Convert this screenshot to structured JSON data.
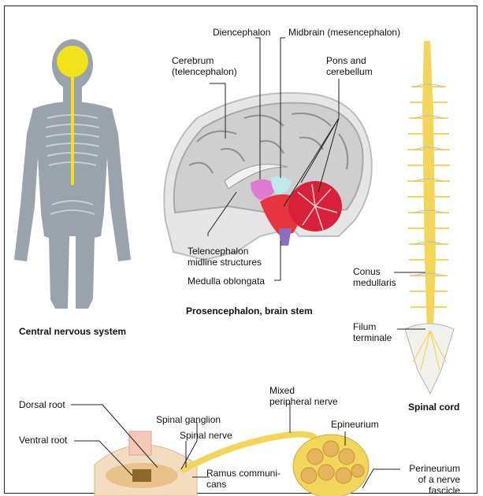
{
  "figure": {
    "captions": {
      "cns": "Central nervous system",
      "brain": "Prosencephalon, brain stem",
      "spinal_cord": "Spinal cord"
    },
    "brain_labels": {
      "diencephalon": "Diencephalon",
      "midbrain": "Midbrain (mesencephalon)",
      "cerebrum": "Cerebrum\n(telencephalon)",
      "pons": "Pons and\ncerebellum",
      "telencephalon_midline": "Telencephalon\nmidline structures",
      "medulla": "Medulla oblongata"
    },
    "spinal_labels": {
      "conus": "Conus\nmedullaris",
      "filum": "Filum\nterminale"
    },
    "nerve_labels": {
      "dorsal_root": "Dorsal root",
      "ventral_root": "Ventral root",
      "spinal_ganglion": "Spinal ganglion",
      "spinal_nerve": "Spinal nerve",
      "ramus": "Ramus communi-\ncans",
      "mixed_nerve": "Mixed\nperipheral nerve",
      "epineurium": "Epineurium",
      "perineurium": "Perineurium\nof a nerve\nfascicle"
    },
    "colors": {
      "cns_highlight": "#f2e21a",
      "body_gray": "#9aa3ab",
      "cerebellum_red": "#d8203a",
      "brainstem_red": "#e8343e",
      "diencephalon_pink": "#e07ad0",
      "midbrain_cyan": "#bfe8ea",
      "nerve_yellow": "#f2d65c"
    }
  }
}
